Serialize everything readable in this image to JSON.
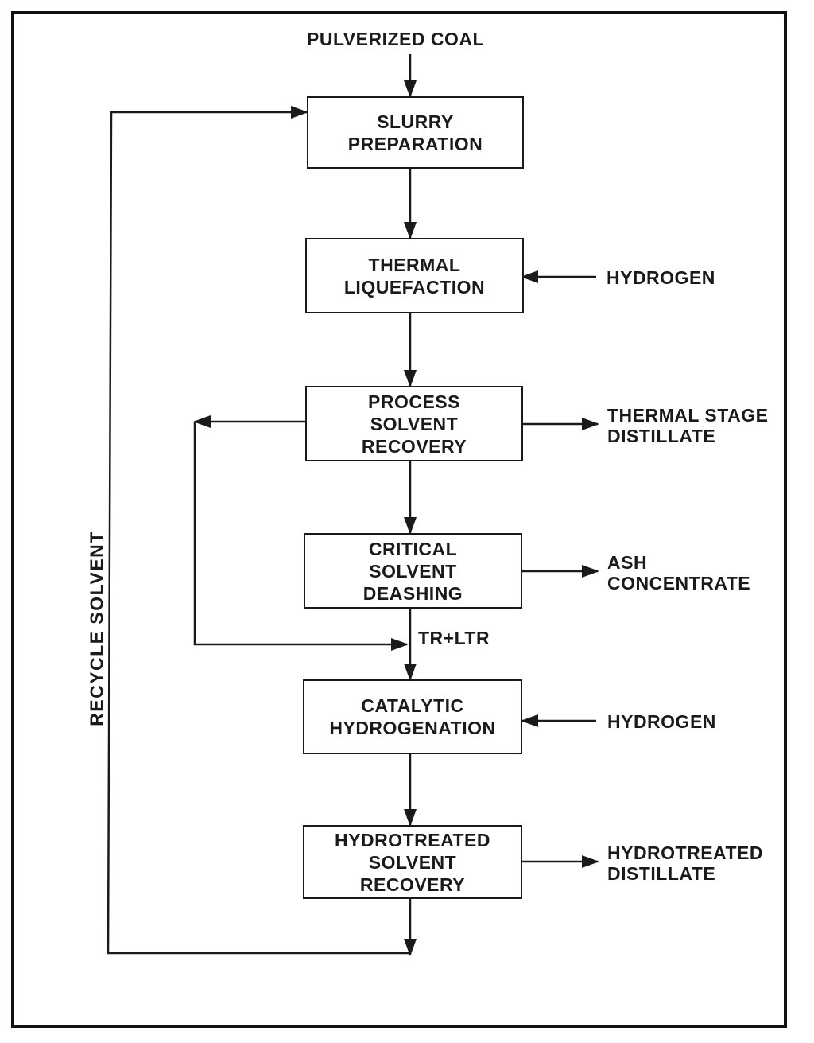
{
  "diagram": {
    "input_label": "PULVERIZED COAL",
    "steps": [
      {
        "id": "slurry",
        "lines": [
          "SLURRY",
          "PREPARATION"
        ]
      },
      {
        "id": "thermal",
        "lines": [
          "THERMAL",
          "LIQUEFACTION"
        ]
      },
      {
        "id": "process",
        "lines": [
          "PROCESS",
          "SOLVENT",
          "RECOVERY"
        ]
      },
      {
        "id": "critical",
        "lines": [
          "CRITICAL",
          "SOLVENT",
          "DEASHING"
        ]
      },
      {
        "id": "catalytic",
        "lines": [
          "CATALYTIC",
          "HYDROGENATION"
        ]
      },
      {
        "id": "hydrotreated",
        "lines": [
          "HYDROTREATED",
          "SOLVENT",
          "RECOVERY"
        ]
      }
    ],
    "side_labels": {
      "hydrogen_1": "HYDROGEN",
      "thermal_distillate": [
        "THERMAL STAGE",
        "DISTILLATE"
      ],
      "ash": [
        "ASH",
        "CONCENTRATE"
      ],
      "hydrogen_2": "HYDROGEN",
      "hydrotreated_distillate": [
        "HYDROTREATED",
        "DISTILLATE"
      ]
    },
    "merge_label": "TR+LTR",
    "recycle_label": "RECYCLE SOLVENT"
  }
}
